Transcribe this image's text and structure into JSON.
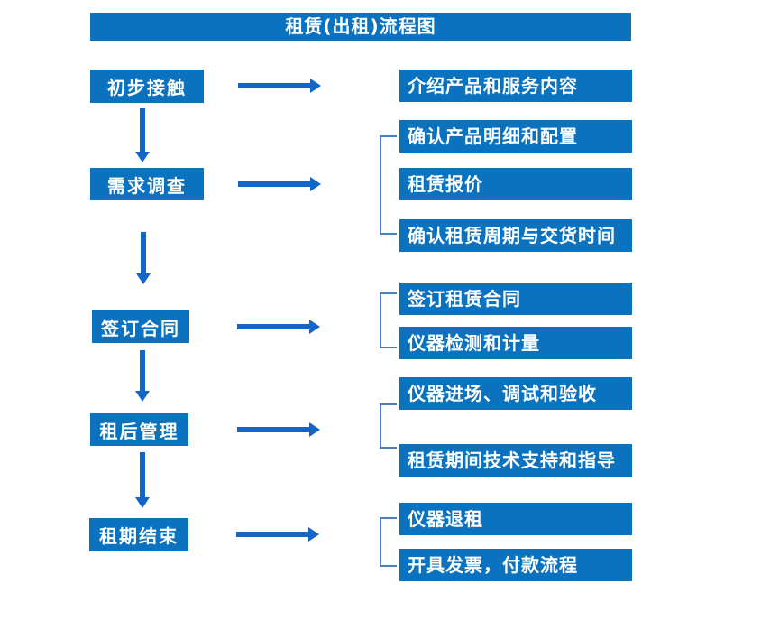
{
  "title": "租赁(出租)流程图",
  "diagram": {
    "type": "flowchart",
    "colors": {
      "box_blue": "#0b72c0",
      "arrow_blue": "#1465c8",
      "bracket_blue": "#4a7ec5",
      "text": "#ffffff",
      "background": "#ffffff"
    }
  },
  "flow": {
    "stages": [
      {
        "label": "初步接触",
        "details": [
          "介绍产品和服务内容"
        ]
      },
      {
        "label": "需求调查",
        "details": [
          "确认产品明细和配置",
          "租赁报价",
          "确认租赁周期与交货时间"
        ]
      },
      {
        "label": "签订合同",
        "details": [
          "签订租赁合同",
          "仪器检测和计量"
        ]
      },
      {
        "label": "租后管理",
        "details": [
          "仪器进场、调试和验收",
          "租赁期间技术支持和指导"
        ]
      },
      {
        "label": "租期结束",
        "details": [
          "仪器退租",
          "开具发票，付款流程"
        ]
      }
    ]
  }
}
